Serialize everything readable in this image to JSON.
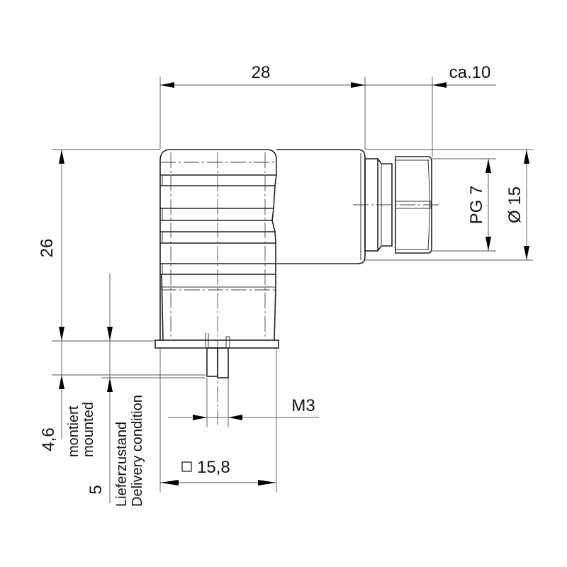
{
  "drawing": {
    "type": "technical-drawing",
    "subject": "right-angle connector with PG 7 cable gland",
    "dimensions": {
      "width_28": "28",
      "gland_length": "ca.10",
      "height_26": "26",
      "pg_thread": "PG 7",
      "diameter": "Ø 15",
      "screw": "M3",
      "square": "15,8",
      "square_symbol": "□",
      "mounted_dim": "4,6",
      "delivery_dim": "5"
    },
    "notes": {
      "mounted_de": "montiert",
      "mounted_en": "mounted",
      "delivery_de": "Lieferzustand",
      "delivery_en": "Delivery condition"
    }
  }
}
